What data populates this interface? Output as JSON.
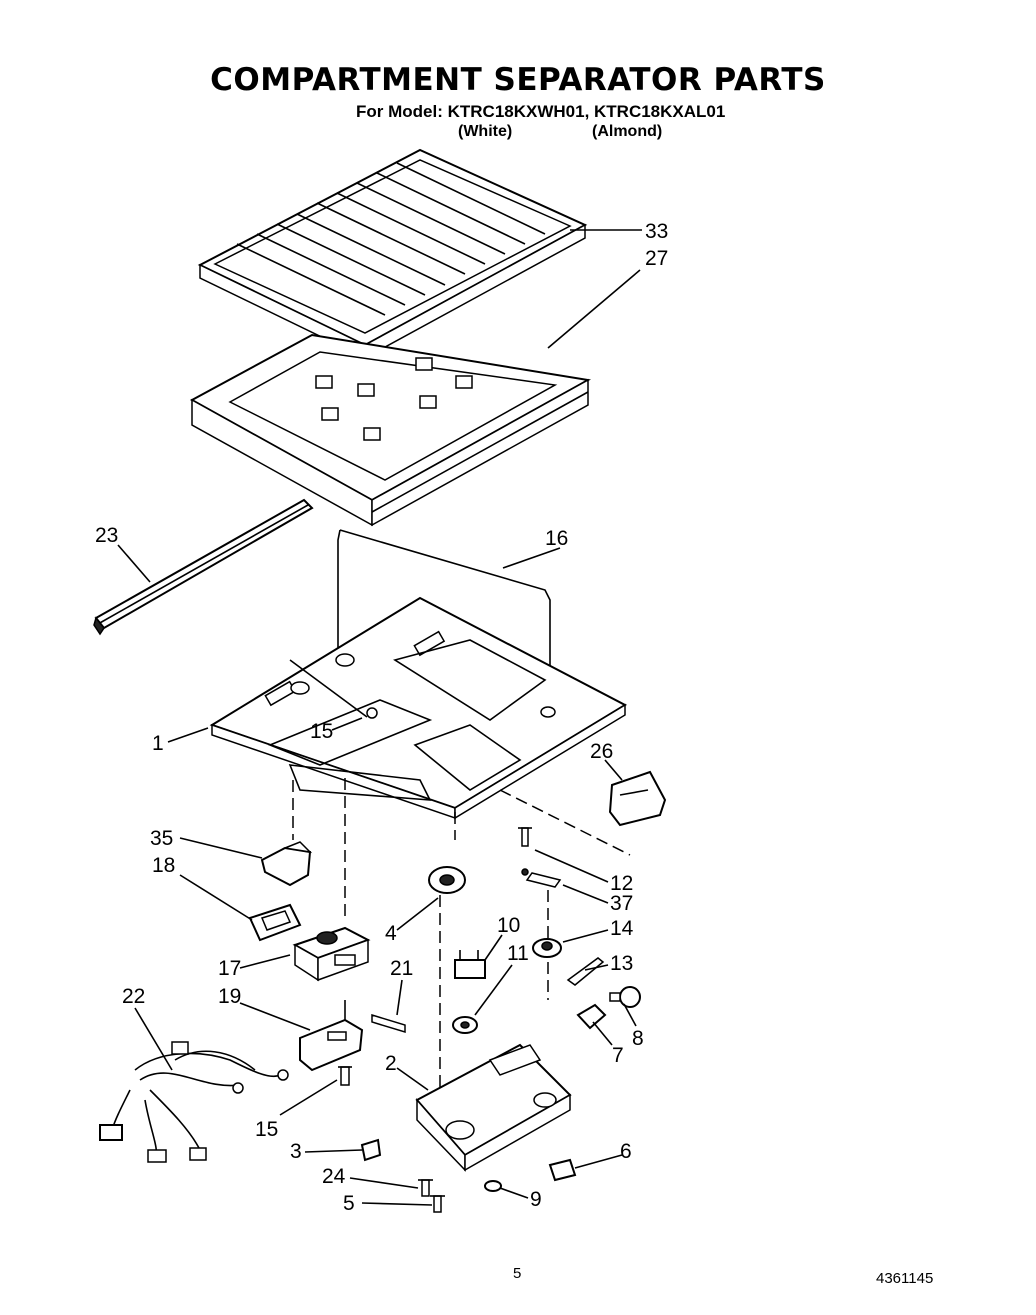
{
  "header": {
    "title": "COMPARTMENT SEPARATOR PARTS",
    "model_line": "For Model: KTRC18KXWH01, KTRC18KXAL01",
    "variant_white": "(White)",
    "variant_almond": "(Almond)"
  },
  "callouts": [
    "33",
    "27",
    "23",
    "16",
    "1",
    "15",
    "26",
    "35",
    "18",
    "12",
    "37",
    "4",
    "10",
    "14",
    "17",
    "21",
    "11",
    "13",
    "19",
    "22",
    "8",
    "7",
    "2",
    "15",
    "3",
    "6",
    "24",
    "9",
    "5"
  ],
  "footer": {
    "page_number": "5",
    "doc_number": "4361145"
  }
}
